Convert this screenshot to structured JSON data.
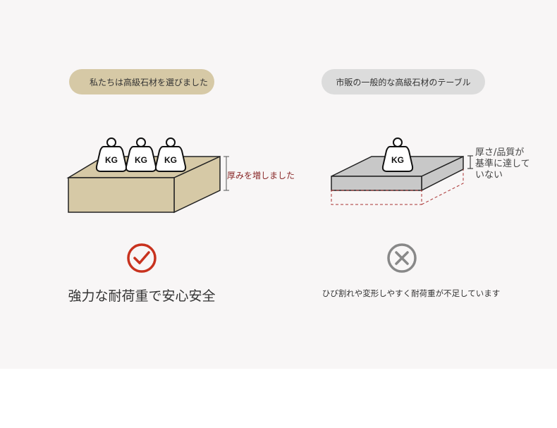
{
  "left": {
    "label": "私たちは高級石材を選びました",
    "thickness_note": "厚みを増しました",
    "weight_labels": [
      "KG",
      "KG",
      "KG"
    ],
    "result_icon": "check-circle-icon",
    "result_text": "強力な耐荷重で安心安全",
    "pill_color": "#d6c9a6",
    "slab_color": "#d6c9a6",
    "accent": "#c8321e"
  },
  "right": {
    "label": "市販の一般的な高級石材のテーブル",
    "thickness_note_lines": [
      "厚さ/品質が",
      "基準に達して",
      "いない"
    ],
    "weight_labels": [
      "KG"
    ],
    "result_icon": "x-circle-icon",
    "result_text": "ひび割れや変形しやすく耐荷重が不足しています",
    "pill_color": "#dcdcdc",
    "slab_color": "#c8c8c8"
  }
}
